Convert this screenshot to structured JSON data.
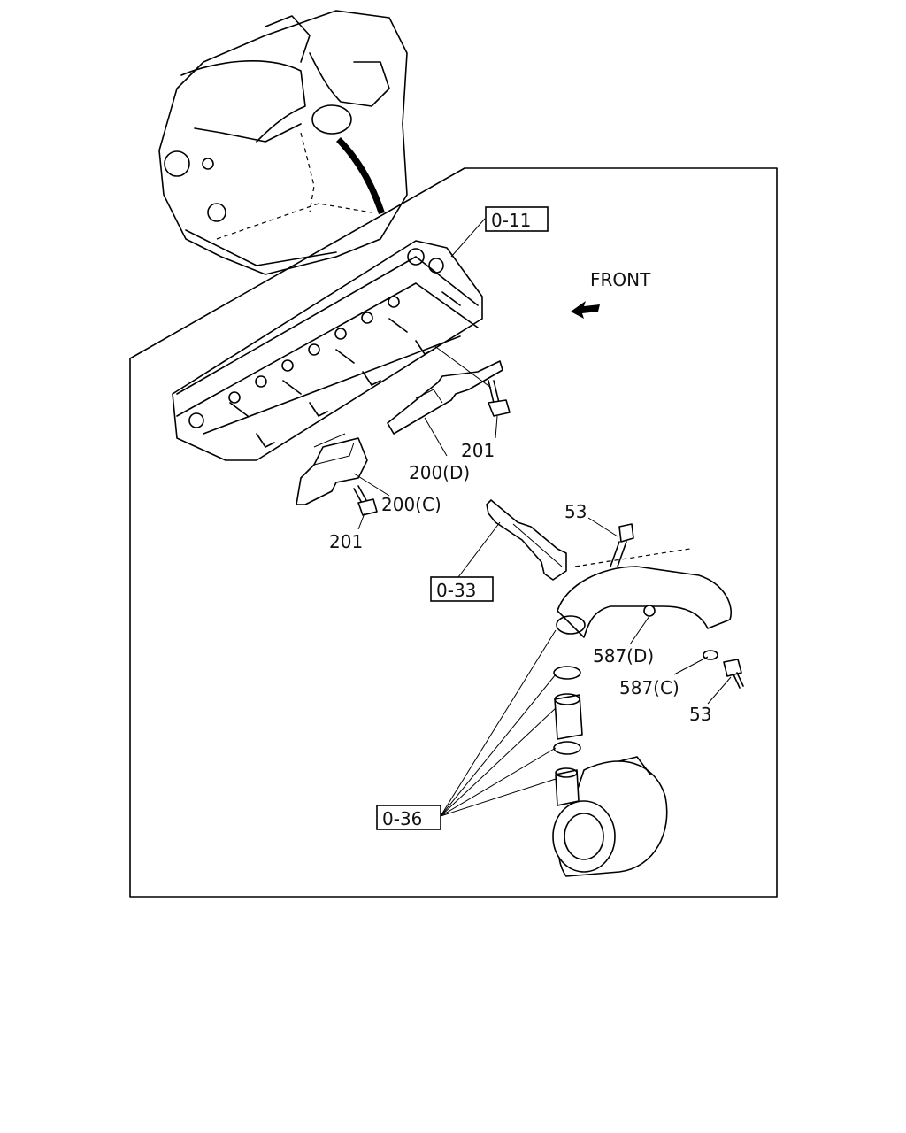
{
  "front_label": "FRONT",
  "refs": {
    "head": "0-11",
    "pipe": "0-33",
    "hose": "0-36"
  },
  "parts": {
    "bolt_left": "201",
    "bolt_right": "201",
    "bracket_d": "200(D)",
    "bracket_c": "200(C)",
    "bolt_53_top": "53",
    "bolt_53_bottom": "53",
    "washer_d": "587(D)",
    "washer_c": "587(C)"
  }
}
